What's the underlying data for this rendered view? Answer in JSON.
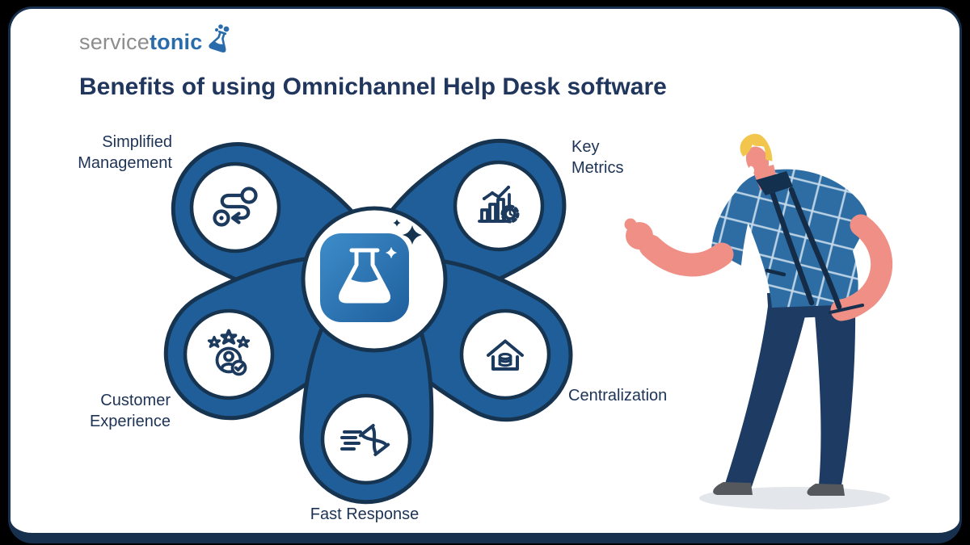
{
  "logo": {
    "text_gray": "service",
    "text_blue": "tonic",
    "icon": "flask-bubbles-icon",
    "gray_color": "#8d8d8d",
    "blue_color": "#2a6bab"
  },
  "title": {
    "text": "Benefits of using Omnichannel Help Desk software",
    "color": "#21365c"
  },
  "diagram": {
    "type": "radial-benefits-flower",
    "petal_color": "#1f5e99",
    "outline_color": "#16334f",
    "node_fill": "#ffffff",
    "icon_color": "#1b3a5e",
    "center": {
      "icon": "flask-app-icon",
      "icon_bg_from": "#3d8cc9",
      "icon_bg_to": "#1f5f9d",
      "sparkles": [
        "sparkle-icon-large-navy",
        "sparkle-icon-small-white"
      ]
    },
    "nodes": [
      {
        "label": "Simplified Management",
        "icon": "route-icon",
        "position": "top-left"
      },
      {
        "label": "Key Metrics",
        "icon": "bar-chart-gear-icon",
        "position": "top-right"
      },
      {
        "label": "Customer Experience",
        "icon": "customer-rating-icon",
        "position": "bottom-left"
      },
      {
        "label": "Centralization",
        "icon": "warehouse-database-icon",
        "position": "bottom-right"
      },
      {
        "label": "Fast Response",
        "icon": "speed-hourglass-icon",
        "position": "bottom-center"
      }
    ]
  },
  "illustration": {
    "name": "man-pointing-illustration",
    "skin_color": "#ef8f85",
    "hair_color": "#f2c64d",
    "shirt_color": "#2d6da3",
    "shirt_grid_color": "#c9dcec",
    "pants_color": "#1d3b63",
    "shoes_color": "#55585c",
    "shadow_color": "#e3e6ea"
  },
  "frame": {
    "background": "#ffffff",
    "border_color": "#16304d",
    "outside_color": "#000000"
  }
}
